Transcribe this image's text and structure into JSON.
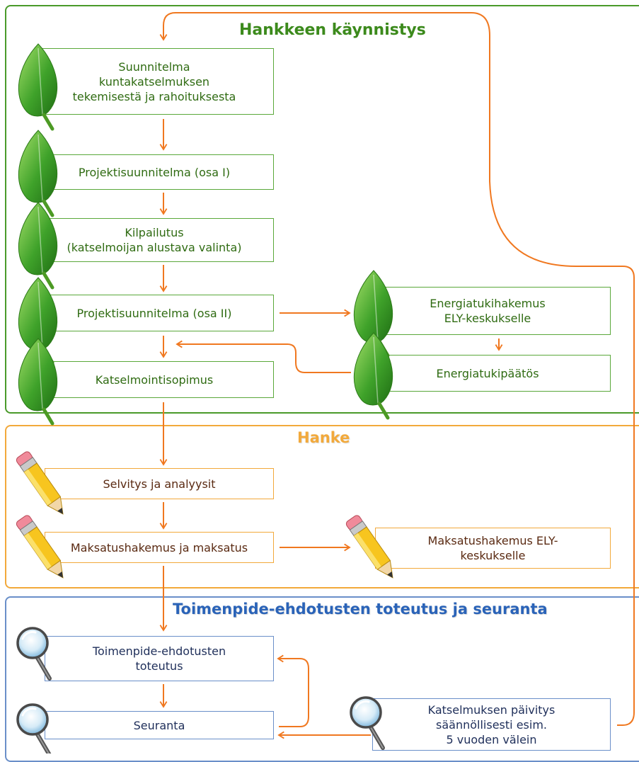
{
  "sections": {
    "start_title": "Hankkeen käynnistys",
    "project_title": "Hanke",
    "followup_title": "Toimenpide-ehdotusten toteutus ja seuranta"
  },
  "boxes": {
    "suunnitelma": "Suunnitelma\nkuntakatselmuksen\ntekemisestä ja rahoituksesta",
    "projekti1": "Projektisuunnitelma (osa I)",
    "kilpailutus": "Kilpailutus\n(katselmoijan alustava valinta)",
    "projekti2": "Projektisuunnitelma (osa II)",
    "sopimus": "Katselmointisopimus",
    "energiatukihakemus": "Energiatukihakemus\nELY-keskukselle",
    "energiatukipaatos": "Energiatukipäätös",
    "selvitys": "Selvitys ja analyysit",
    "maksatus": "Maksatushakemus ja maksatus",
    "maksatus_ely": "Maksatushakemus ELY-\nkeskukselle",
    "toteutus": "Toimenpide-ehdotusten\ntoteutus",
    "seuranta": "Seuranta",
    "paivitys": "Katselmuksen päivitys\nsäännöllisesti esim.\n5 vuoden välein"
  },
  "colors": {
    "green": "#4a9a2a",
    "orange": "#f2a93b",
    "blue": "#6a8fc9",
    "arrow": "#f07820"
  }
}
